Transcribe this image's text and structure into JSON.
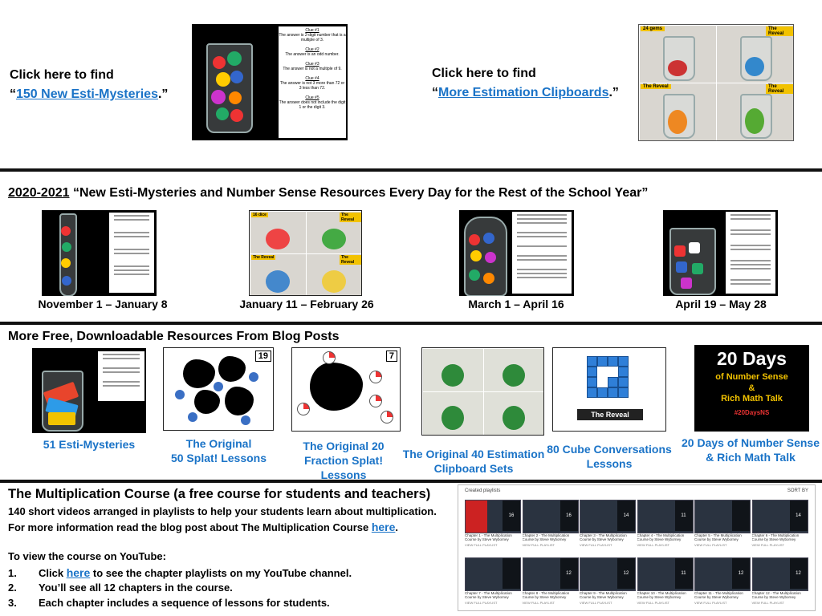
{
  "top": {
    "left_line1": "Click here to find",
    "left_open": "“",
    "left_link": "150 New Esti-Mysteries",
    "left_close": ".”",
    "right_line1": "Click here to find",
    "right_open": "“",
    "right_link": "More Estimation Clipboards",
    "right_close": ".”",
    "esti_clues": [
      "Clue #1",
      "The answer is 2-digit number that is a multiple of 3.",
      "Clue #2",
      "The answer is an odd number.",
      "Clue #3",
      "The answer is not a multiple of 9.",
      "Clue #4",
      "The answer is not 3 more than 72 or 3 less than 72.",
      "Clue #5",
      "The answer does not include the digit 1 or the digit 3."
    ],
    "clip_labels": [
      "24 gems",
      "The Reveal",
      "The Reveal",
      "The Reveal"
    ]
  },
  "year": {
    "year_link": "2020-2021",
    "title_rest": " “New Esti-Mysteries and Number Sense Resources Every Day for the Rest of the School Year”",
    "captions": [
      "November  1 – January 8",
      "January 11 – February 26",
      "March 1 – April 16",
      "April 19 – May 28"
    ],
    "clip_labels": [
      "16 dice",
      "The Reveal",
      "The Reveal",
      "The Reveal"
    ]
  },
  "free": {
    "heading": "More Free, Downloadable Resources From Blog Posts",
    "items": [
      {
        "l1": "51 Esti-Mysteries",
        "l2": ""
      },
      {
        "l1": "The Original ",
        "l2": "50 Splat! Lessons "
      },
      {
        "l1": "The Original 20",
        "l2": "Fraction Splat! Lessons"
      },
      {
        "l1": "The Original 40 Estimation",
        "l2": "Clipboard Sets"
      },
      {
        "l1": "80 Cube Conversations",
        "l2": "Lessons"
      },
      {
        "l1": "20 Days of Number Sense",
        "l2": "& Rich Math Talk"
      }
    ],
    "splat_badge": "19",
    "fraction_badge": "7",
    "cube_label": "The Reveal",
    "days_title": "20 Days",
    "days_sub1": "of Number Sense",
    "days_sub2": "&",
    "days_sub3": "Rich Math Talk",
    "days_tag": "#20DaysNS"
  },
  "course": {
    "title": "The Multiplication Course (a free course for students and teachers)",
    "line1": "140 short videos arranged in playlists to help your students learn about multiplication.",
    "line2_pre": "For more information read the blog post about The Multiplication Course ",
    "line2_link": "here",
    "line2_post": ".",
    "line3": "To view the course on YouTube:",
    "steps": [
      {
        "num": "1.",
        "pre": "Click ",
        "link": "here",
        "post": " to see the chapter playlists on my YouTube channel."
      },
      {
        "num": "2.",
        "pre": "You’ll see all 12 chapters in the course.",
        "link": "",
        "post": ""
      },
      {
        "num": "3.",
        "pre": "Each chapter includes a sequence of lessons for students.",
        "link": "",
        "post": ""
      }
    ],
    "yt_header": "Created playlists",
    "yt_sort": "SORT BY",
    "playlists": [
      "Chapter 1 - The Multiplication Course by Steve Wyborney",
      "Chapter 2 - The Multiplication Course by Steve Wyborney",
      "Chapter 3 - The Multiplication Course by Steve Wyborney",
      "Chapter 4 - The Multiplication Course by Steve Wyborney",
      "Chapter 5 - The Multiplication Course by Steve Wyborney",
      "Chapter 6 - The Multiplication Course by Steve Wyborney",
      "Chapter 7 - The Multiplication Course by Steve Wyborney",
      "Chapter 8 - The Multiplication Course by Steve Wyborney",
      "Chapter 9 - The Multiplication Course by Steve Wyborney",
      "Chapter 10 - The Multiplication Course by Steve Wyborney",
      "Chapter 11 - The Multiplication Course by Steve Wyborney",
      "Chapter 12 - The Multiplication Course by Steve Wyborney"
    ],
    "counts": [
      "16",
      "16",
      "14",
      "11",
      "",
      "14",
      "",
      "12",
      "12",
      "11",
      "12",
      "12"
    ],
    "view_label": "VIEW FULL PLAYLIST"
  },
  "colors": {
    "link": "#1a73c7",
    "rule": "#111111",
    "yellow_label": "#f2c200"
  }
}
